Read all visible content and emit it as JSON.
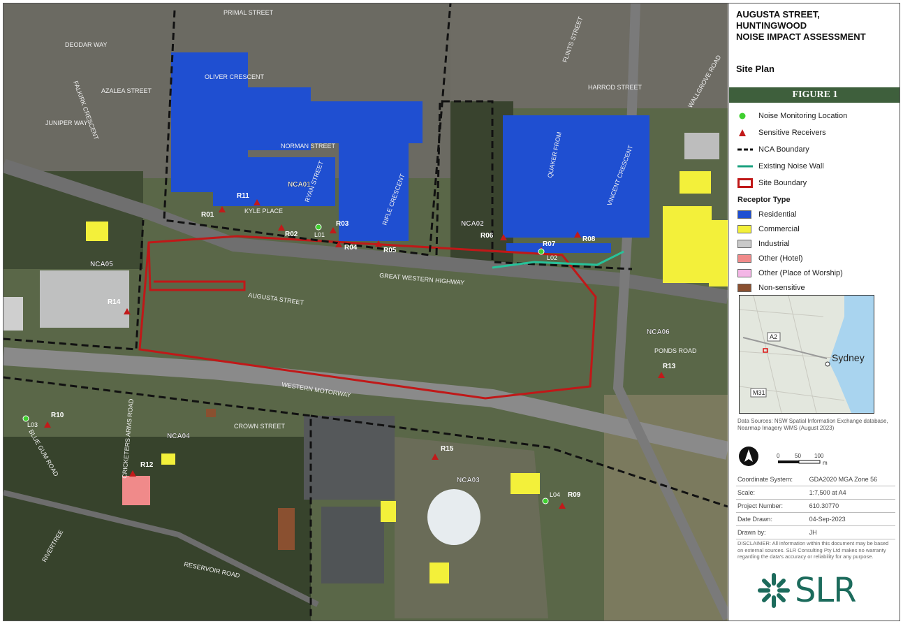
{
  "title_lines": [
    "AUGUSTA STREET,",
    "HUNTINGWOOD",
    "NOISE IMPACT ASSESSMENT"
  ],
  "subtitle": "Site Plan",
  "figure": "FIGURE 1",
  "legend": {
    "items": [
      {
        "label": "Noise Monitoring Location",
        "symbol": "green-circle"
      },
      {
        "label": "Sensitive Receivers",
        "symbol": "red-triangle"
      },
      {
        "label": "NCA Boundary",
        "symbol": "black-dashed-line"
      },
      {
        "label": "Existing Noise Wall",
        "symbol": "green-line"
      },
      {
        "label": "Site Boundary",
        "symbol": "red-outline-box"
      }
    ],
    "receptor_heading": "Receptor Type",
    "receptors": [
      {
        "label": "Residential",
        "color": "#1f4fd1"
      },
      {
        "label": "Commercial",
        "color": "#f3f03a"
      },
      {
        "label": "Industrial",
        "color": "#c9c9c9"
      },
      {
        "label": "Other (Hotel)",
        "color": "#f08a8a"
      },
      {
        "label": "Other (Place of Worship)",
        "color": "#f4b6e6"
      },
      {
        "label": "Non-sensitive",
        "color": "#8a5030"
      }
    ]
  },
  "inset": {
    "road_a": "A2",
    "road_m": "M31",
    "city": "Sydney"
  },
  "sources": "Data Sources: NSW Spatial Information Exchange database, Nearmap Imagery WMS (August 2023)",
  "scale": {
    "labels": [
      "0",
      "50",
      "100"
    ],
    "unit": "m"
  },
  "meta": [
    {
      "key": "Coordinate System:",
      "value": "GDA2020 MGA Zone 56"
    },
    {
      "key": "Scale:",
      "value": "1:7,500 at A4"
    },
    {
      "key": "Project Number:",
      "value": "610.30770"
    },
    {
      "key": "Date Drawn:",
      "value": "04-Sep-2023"
    },
    {
      "key": "Drawn by:",
      "value": "JH"
    }
  ],
  "disclaimer": "DISCLAIMER: All information within this document may be based on external sources. SLR Consulting Pty Ltd makes no warranty regarding the data's accuracy or reliability for any purpose.",
  "logo": "SLR",
  "map": {
    "street_labels": [
      "PRIMAL STREET",
      "DEODAR WAY",
      "FALKIRK CRESCENT",
      "AZALEA STREET",
      "JUNIPER WAY",
      "OLIVER CRESCENT",
      "NORMAN STREET",
      "KYLE PLACE",
      "RYAN STREET",
      "RIFLE CRESCENT",
      "QUAKER FROM",
      "HARROD STREET",
      "FLINTS STREET",
      "AUGUSTA STREET",
      "GREAT WESTERN HIGHWAY",
      "WESTERN MOTORWAY",
      "CROWN STREET",
      "RESERVOIR ROAD",
      "PONDS ROAD",
      "CRICKETERS ARMS ROAD",
      "WALLGROVE ROAD",
      "VINCENT CRESCENT",
      "BLUE GUM ROAD",
      "RIVERTREE"
    ],
    "nca_labels": [
      "NCA01",
      "NCA02",
      "NCA03",
      "NCA04",
      "NCA05",
      "NCA06"
    ],
    "receivers": [
      "R01",
      "R02",
      "R03",
      "R04",
      "R05",
      "R06",
      "R07",
      "R08",
      "R09",
      "R10",
      "R11",
      "R12",
      "R13",
      "R14",
      "R15"
    ],
    "monitoring": [
      "L01",
      "L02",
      "L03",
      "L04"
    ]
  }
}
